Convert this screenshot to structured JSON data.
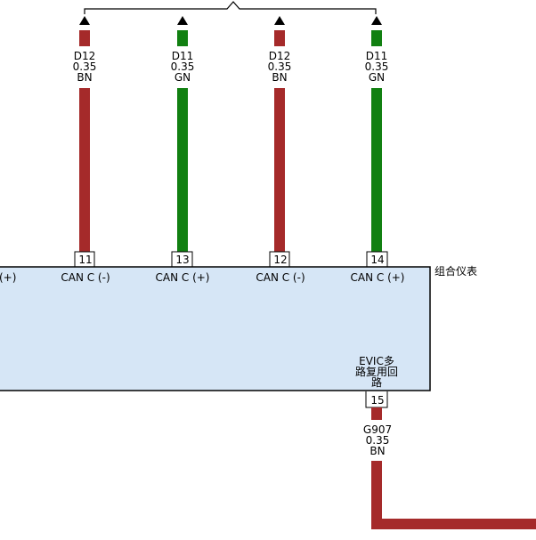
{
  "colors": {
    "BN": "#a52a2a",
    "GN": "#118011",
    "module_fill": "#d6e6f6",
    "outline": "#000000"
  },
  "module": {
    "name": "组合仪表",
    "left_edge_label": "(+)",
    "sub_label_lines": [
      "EVIC多",
      "路复用回",
      "路"
    ]
  },
  "wires": [
    {
      "circuit": "D12",
      "gauge": "0.35",
      "color_code": "BN",
      "pin": "11",
      "signal": "CAN C (-)"
    },
    {
      "circuit": "D11",
      "gauge": "0.35",
      "color_code": "GN",
      "pin": "13",
      "signal": "CAN C (+)"
    },
    {
      "circuit": "D12",
      "gauge": "0.35",
      "color_code": "BN",
      "pin": "12",
      "signal": "CAN C (-)"
    },
    {
      "circuit": "D11",
      "gauge": "0.35",
      "color_code": "GN",
      "pin": "14",
      "signal": "CAN C (+)"
    }
  ],
  "ground_wire": {
    "circuit": "G907",
    "gauge": "0.35",
    "color_code": "BN",
    "pin": "15"
  }
}
